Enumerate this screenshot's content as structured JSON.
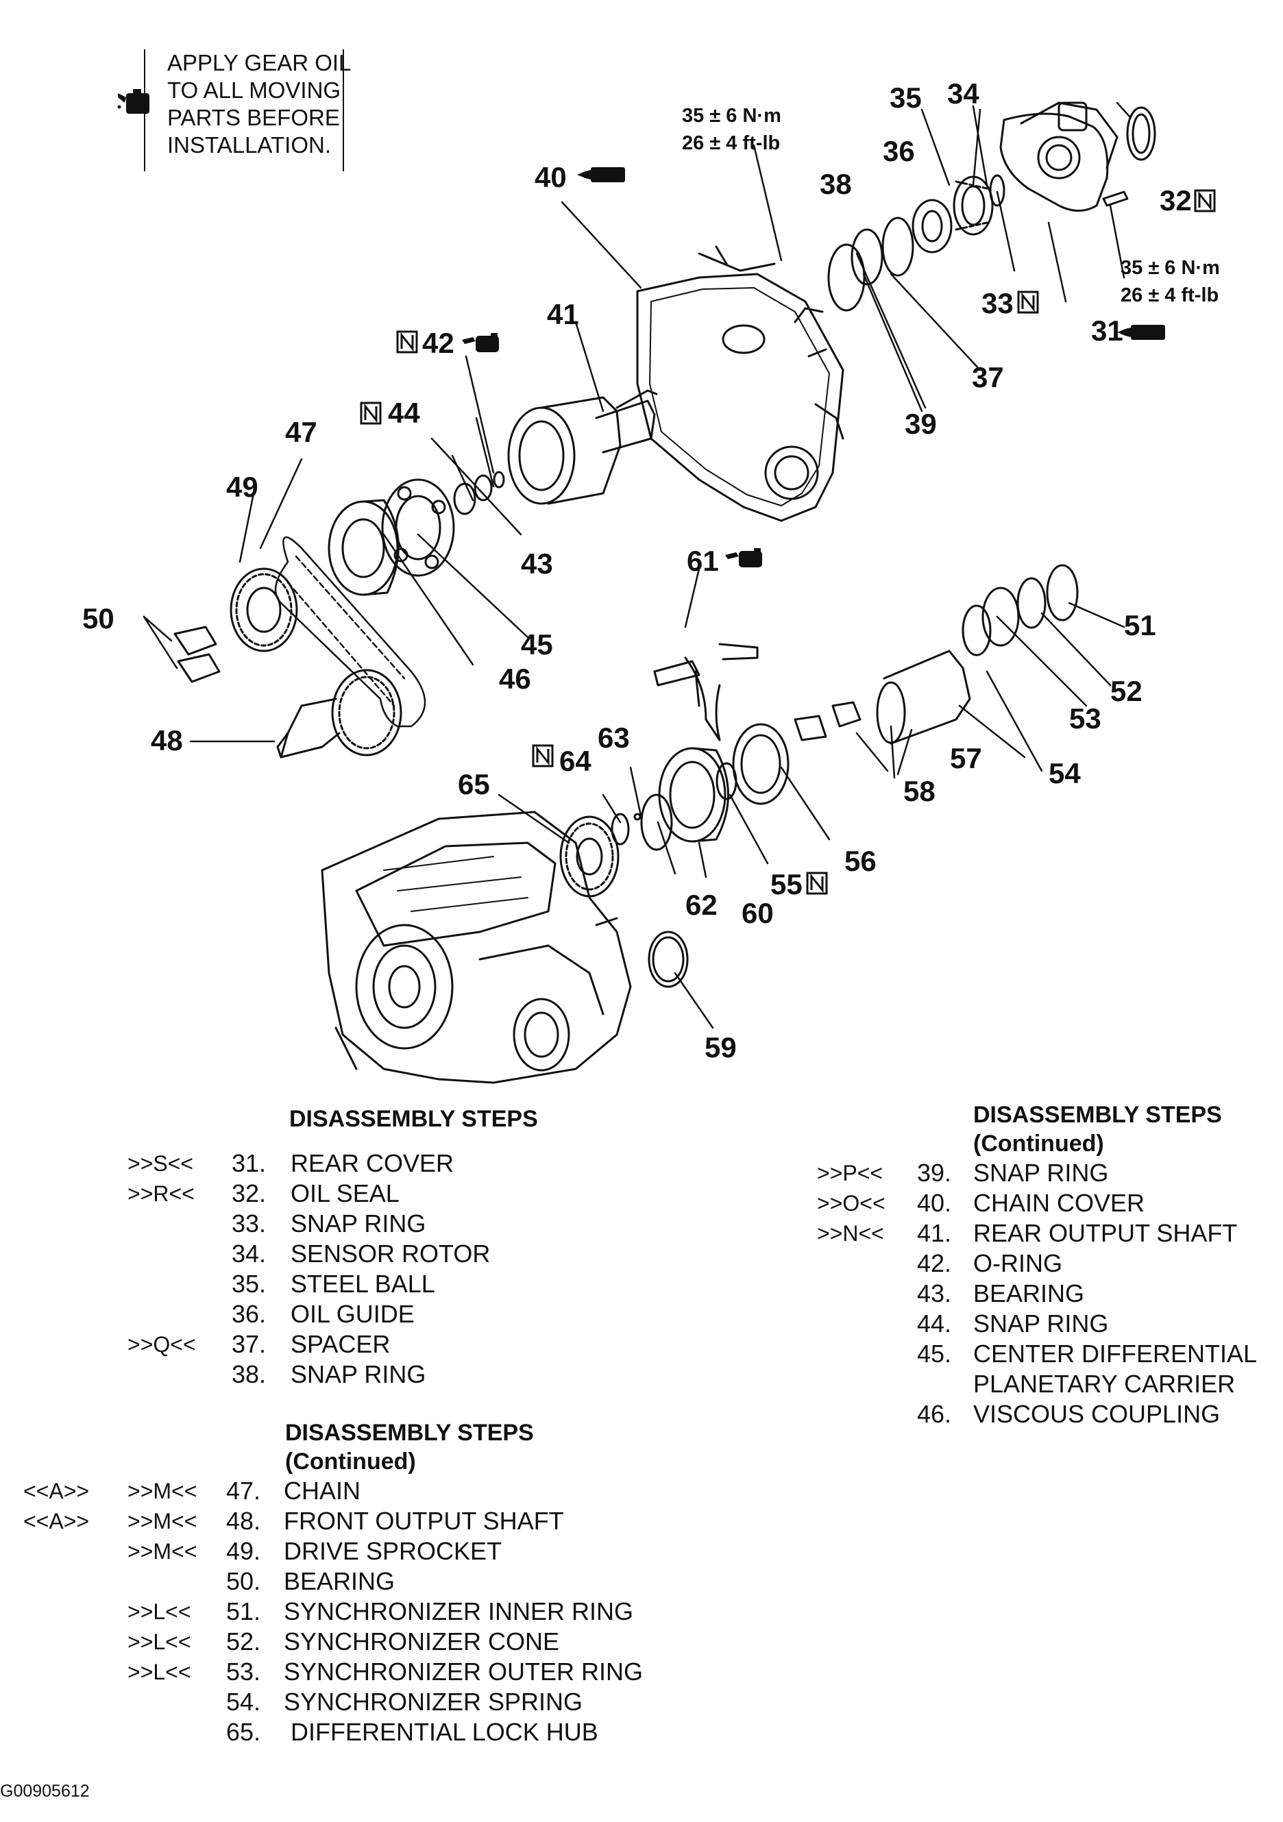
{
  "note": {
    "lines": [
      "APPLY GEAR OIL",
      "TO ALL MOVING",
      "PARTS BEFORE",
      "INSTALLATION."
    ],
    "icon": "oil-can-icon"
  },
  "torque_specs": {
    "a": {
      "nm": "35 ± 6 N·m",
      "ftlb": "26 ± 4 ft-lb"
    },
    "b": {
      "nm": "35 ± 6 N·m",
      "ftlb": "26 ± 4 ft-lb"
    }
  },
  "callouts": {
    "c31": "31",
    "c32": "32",
    "c33": "33",
    "c34": "34",
    "c35": "35",
    "c36": "36",
    "c37": "37",
    "c38": "38",
    "c39": "39",
    "c40": "40",
    "c41": "41",
    "c42": "42",
    "c43": "43",
    "c44": "44",
    "c45": "45",
    "c46": "46",
    "c47": "47",
    "c48": "48",
    "c49": "49",
    "c50": "50",
    "c51": "51",
    "c52": "52",
    "c53": "53",
    "c54": "54",
    "c55": "55",
    "c56": "56",
    "c57": "57",
    "c58": "58",
    "c59": "59",
    "c60": "60",
    "c61": "61",
    "c62": "62",
    "c63": "63",
    "c64": "64",
    "c65": "65"
  },
  "symbols": {
    "new_part": "N",
    "new_part_meaning": "replace-with-new-part"
  },
  "steps": {
    "heading": "DISASSEMBLY STEPS",
    "continued": "(Continued)",
    "col1": [
      {
        "code1": "",
        "code2": ">>S<<",
        "num": "31.",
        "label": "REAR COVER"
      },
      {
        "code1": "",
        "code2": ">>R<<",
        "num": "32.",
        "label": "OIL SEAL"
      },
      {
        "code1": "",
        "code2": "",
        "num": "33.",
        "label": "SNAP RING"
      },
      {
        "code1": "",
        "code2": "",
        "num": "34.",
        "label": "SENSOR ROTOR"
      },
      {
        "code1": "",
        "code2": "",
        "num": "35.",
        "label": "STEEL BALL"
      },
      {
        "code1": "",
        "code2": "",
        "num": "36.",
        "label": "OIL GUIDE"
      },
      {
        "code1": "",
        "code2": ">>Q<<",
        "num": "37.",
        "label": "SPACER"
      },
      {
        "code1": "",
        "code2": "",
        "num": "38.",
        "label": "SNAP RING"
      }
    ],
    "col2": [
      {
        "code1": "",
        "code2": ">>P<<",
        "num": "39.",
        "label": "SNAP RING"
      },
      {
        "code1": "",
        "code2": ">>O<<",
        "num": "40.",
        "label": "CHAIN COVER"
      },
      {
        "code1": "",
        "code2": ">>N<<",
        "num": "41.",
        "label": "REAR OUTPUT SHAFT"
      },
      {
        "code1": "",
        "code2": "",
        "num": "42.",
        "label": "O-RING"
      },
      {
        "code1": "",
        "code2": "",
        "num": "43.",
        "label": "BEARING"
      },
      {
        "code1": "",
        "code2": "",
        "num": "44.",
        "label": "SNAP RING"
      },
      {
        "code1": "",
        "code2": "",
        "num": "45.",
        "label": "CENTER DIFFERENTIAL"
      },
      {
        "code1": "",
        "code2": "",
        "num": "",
        "label": "PLANETARY CARRIER"
      },
      {
        "code1": "",
        "code2": "",
        "num": "46.",
        "label": "VISCOUS COUPLING"
      }
    ],
    "col3": [
      {
        "code1": "<<A>>",
        "code2": ">>M<<",
        "num": "47.",
        "label": "CHAIN"
      },
      {
        "code1": "<<A>>",
        "code2": ">>M<<",
        "num": "48.",
        "label": "FRONT OUTPUT SHAFT"
      },
      {
        "code1": "",
        "code2": ">>M<<",
        "num": "49.",
        "label": "DRIVE SPROCKET"
      },
      {
        "code1": "",
        "code2": "",
        "num": "50.",
        "label": "BEARING"
      },
      {
        "code1": "",
        "code2": ">>L<<",
        "num": "51.",
        "label": "SYNCHRONIZER INNER RING"
      },
      {
        "code1": "",
        "code2": ">>L<<",
        "num": "52.",
        "label": "SYNCHRONIZER CONE"
      },
      {
        "code1": "",
        "code2": ">>L<<",
        "num": "53.",
        "label": "SYNCHRONIZER OUTER RING"
      },
      {
        "code1": "",
        "code2": "",
        "num": "54.",
        "label": "SYNCHRONIZER SPRING"
      },
      {
        "code1": "",
        "code2": "",
        "num": "65.",
        "label": "DIFFERENTIAL LOCK HUB"
      }
    ]
  },
  "figure_id": "G00905612"
}
